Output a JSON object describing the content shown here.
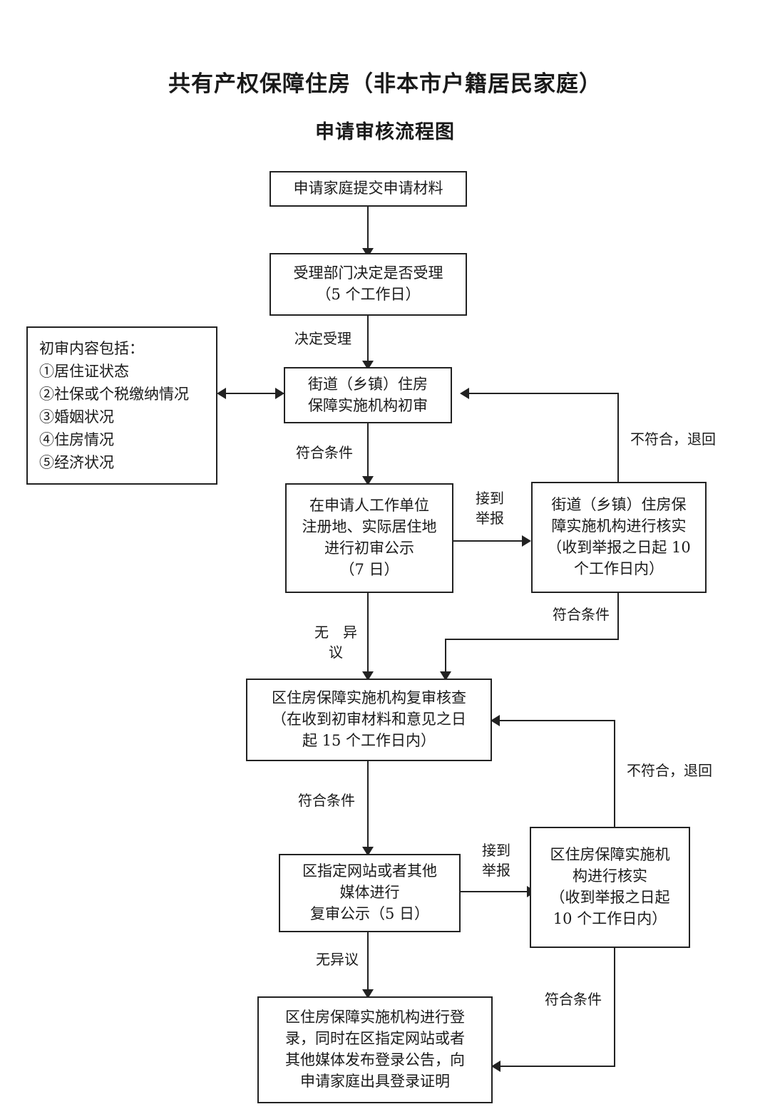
{
  "title": {
    "main": "共有产权保障住房（非本市户籍居民家庭）",
    "sub": "申请审核流程图"
  },
  "chart_data": {
    "type": "diagram",
    "diagram_kind": "flowchart",
    "orientation": "top-to-bottom",
    "title": "共有产权保障住房（非本市户籍居民家庭）申请审核流程图",
    "nodes": [
      {
        "id": "n1",
        "label": "申请家庭提交申请材料"
      },
      {
        "id": "n2",
        "label": "受理部门决定是否受理（5个工作日）"
      },
      {
        "id": "n3",
        "label": "街道（乡镇）住房保障实施机构初审"
      },
      {
        "id": "n4",
        "label": "在申请人工作单位注册地、实际居住地进行初审公示（7日）"
      },
      {
        "id": "n5",
        "label": "街道（乡镇）住房保障实施机构进行核实（收到举报之日起10个工作日内）"
      },
      {
        "id": "n6",
        "label": "区住房保障实施机构复审核查（在收到初审材料和意见之日起15个工作日内）"
      },
      {
        "id": "n7",
        "label": "区指定网站或者其他媒体进行复审公示（5日）"
      },
      {
        "id": "n8",
        "label": "区住房保障实施机构进行核实（收到举报之日起10个工作日内）"
      },
      {
        "id": "n9",
        "label": "区住房保障实施机构进行登录，同时在区指定网站或者其他媒体发布登录公告，向申请家庭出具登录证明"
      },
      {
        "id": "note",
        "label": "初审内容包括：①居住证状态②社保或个税缴纳情况③婚姻状况④住房情况⑤经济状况"
      }
    ],
    "edges": [
      {
        "from": "n1",
        "to": "n2",
        "label": ""
      },
      {
        "from": "n2",
        "to": "n3",
        "label": "决定受理"
      },
      {
        "from": "note",
        "to": "n3",
        "label": "",
        "style": "double-headed"
      },
      {
        "from": "n3",
        "to": "n4",
        "label": "符合条件"
      },
      {
        "from": "n4",
        "to": "n5",
        "label": "接到举报"
      },
      {
        "from": "n5",
        "to": "n3",
        "label": "不符合，退回"
      },
      {
        "from": "n5",
        "to": "n6",
        "label": "符合条件"
      },
      {
        "from": "n4",
        "to": "n6",
        "label": "无 异议"
      },
      {
        "from": "n6",
        "to": "n7",
        "label": "符合条件"
      },
      {
        "from": "n7",
        "to": "n8",
        "label": "接到举报"
      },
      {
        "from": "n8",
        "to": "n6",
        "label": "不符合，退回"
      },
      {
        "from": "n8",
        "to": "n9",
        "label": "符合条件"
      },
      {
        "from": "n7",
        "to": "n9",
        "label": "无异议"
      }
    ]
  },
  "nodes": {
    "n1": {
      "lines": [
        "申请家庭提交申请材料"
      ]
    },
    "n2": {
      "lines": [
        "受理部门决定是否受理",
        "（5 个工作日）"
      ]
    },
    "n3": {
      "lines": [
        "街道（乡镇）住房",
        "保障实施机构初审"
      ]
    },
    "n4": {
      "lines": [
        "在申请人工作单位",
        "注册地、实际居住地",
        "进行初审公示",
        "（7 日）"
      ]
    },
    "n5": {
      "lines": [
        "街道（乡镇）住房保",
        "障实施机构进行核实",
        "（收到举报之日起 10",
        "个工作日内）"
      ]
    },
    "n6": {
      "lines": [
        "区住房保障实施机构复审核查",
        "（在收到初审材料和意见之日",
        "起 15 个工作日内）"
      ]
    },
    "n7": {
      "lines": [
        "区指定网站或者其他",
        "媒体进行",
        "复审公示（5 日）"
      ]
    },
    "n8": {
      "lines": [
        "区住房保障实施机",
        "构进行核实",
        "（收到举报之日起",
        "10 个工作日内）"
      ]
    },
    "n9": {
      "lines": [
        "区住房保障实施机构进行登",
        "录，同时在区指定网站或者",
        "其他媒体发布登录公告，向",
        "申请家庭出具登录证明"
      ]
    },
    "note": {
      "lines": [
        "初审内容包括：",
        "①居住证状态",
        "②社保或个税缴纳情况",
        "③婚姻状况",
        "④住房情况",
        "⑤经济状况"
      ]
    }
  },
  "labels": {
    "accept": "决定受理",
    "qualify_1": "符合条件",
    "report_1a": "接到",
    "report_1b": "举报",
    "reject_1": "不符合，退回",
    "qualify_2": "符合条件",
    "no_objection_1a": "无　异",
    "no_objection_1b": "议",
    "qualify_3": "符合条件",
    "report_2a": "接到",
    "report_2b": "举报",
    "reject_2": "不符合，退回",
    "qualify_4": "符合条件",
    "no_objection_2": "无异议"
  },
  "colors": {
    "stroke": "#222222",
    "background": "#ffffff",
    "text": "#1a1a1a"
  }
}
